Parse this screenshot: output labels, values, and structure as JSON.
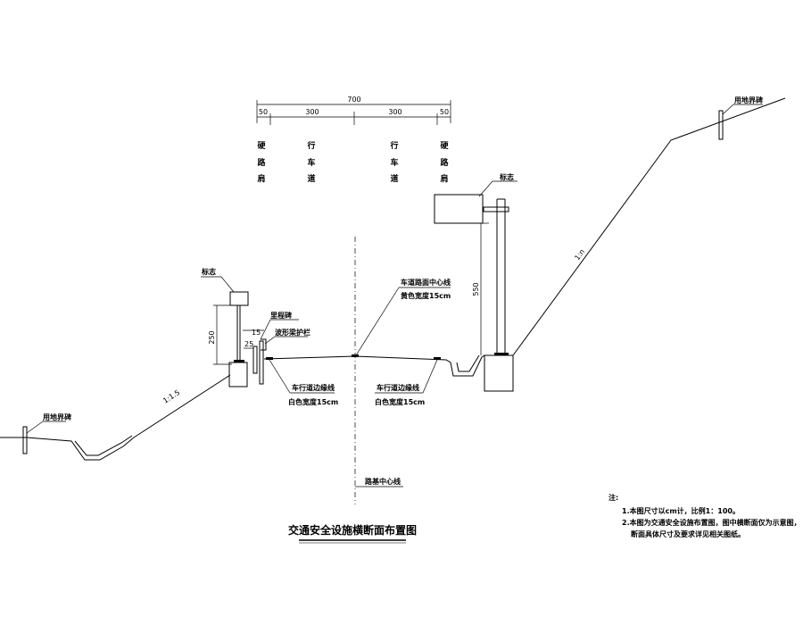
{
  "dimensions": {
    "total": "700",
    "shoulder_left": "50",
    "lane_left": "300",
    "lane_right": "300",
    "shoulder_right": "50",
    "left_sign_height": "250",
    "right_sign_height": "550",
    "rail_offset_1": "15",
    "rail_offset_2": "25"
  },
  "lane_labels": {
    "left_shoulder": [
      "硬",
      "路",
      "肩"
    ],
    "left_lane": [
      "行",
      "车",
      "道"
    ],
    "right_lane": [
      "行",
      "车",
      "道"
    ],
    "right_shoulder": [
      "硬",
      "路",
      "肩"
    ]
  },
  "callouts": {
    "left_sign": "标志",
    "right_sign": "标志",
    "milestone": "里程碑",
    "guardrail": "波形梁护栏",
    "center_line": "车道路面中心线",
    "center_line_spec": "黄色宽度15cm",
    "edge_line_left": "车行道边缘线",
    "edge_line_left_spec": "白色宽度15cm",
    "edge_line_right": "车行道边缘线",
    "edge_line_right_spec": "白色宽度15cm",
    "roadbed_center": "路基中心线",
    "boundary_left": "用地界碑",
    "boundary_right": "用地界碑",
    "slope_left": "1:1.5",
    "slope_right": "1:n"
  },
  "title": "交通安全设施横断面布置图",
  "notes": {
    "heading": "注:",
    "items": [
      "1.本图尺寸以cm计，比例1：100。",
      "2.本图为交通安全设施布置图，图中横断面仅为示意图，",
      "断面具体尺寸及要求详见相关图纸。"
    ]
  }
}
